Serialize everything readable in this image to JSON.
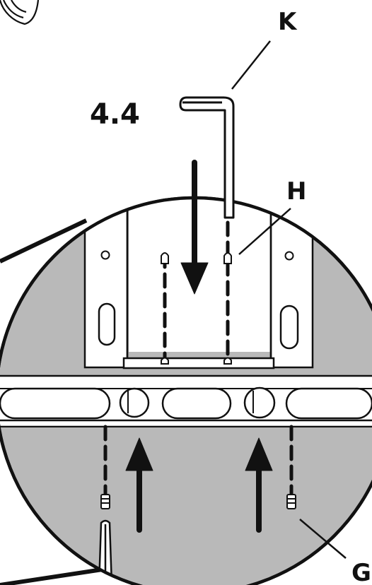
{
  "diagram": {
    "step": "4.4",
    "labels": {
      "k": "K",
      "h": "H",
      "g": "G"
    },
    "colors": {
      "line": "#111111",
      "gray": "#b9b9b9",
      "lightGray": "#d8d8d8",
      "white": "#ffffff"
    }
  }
}
